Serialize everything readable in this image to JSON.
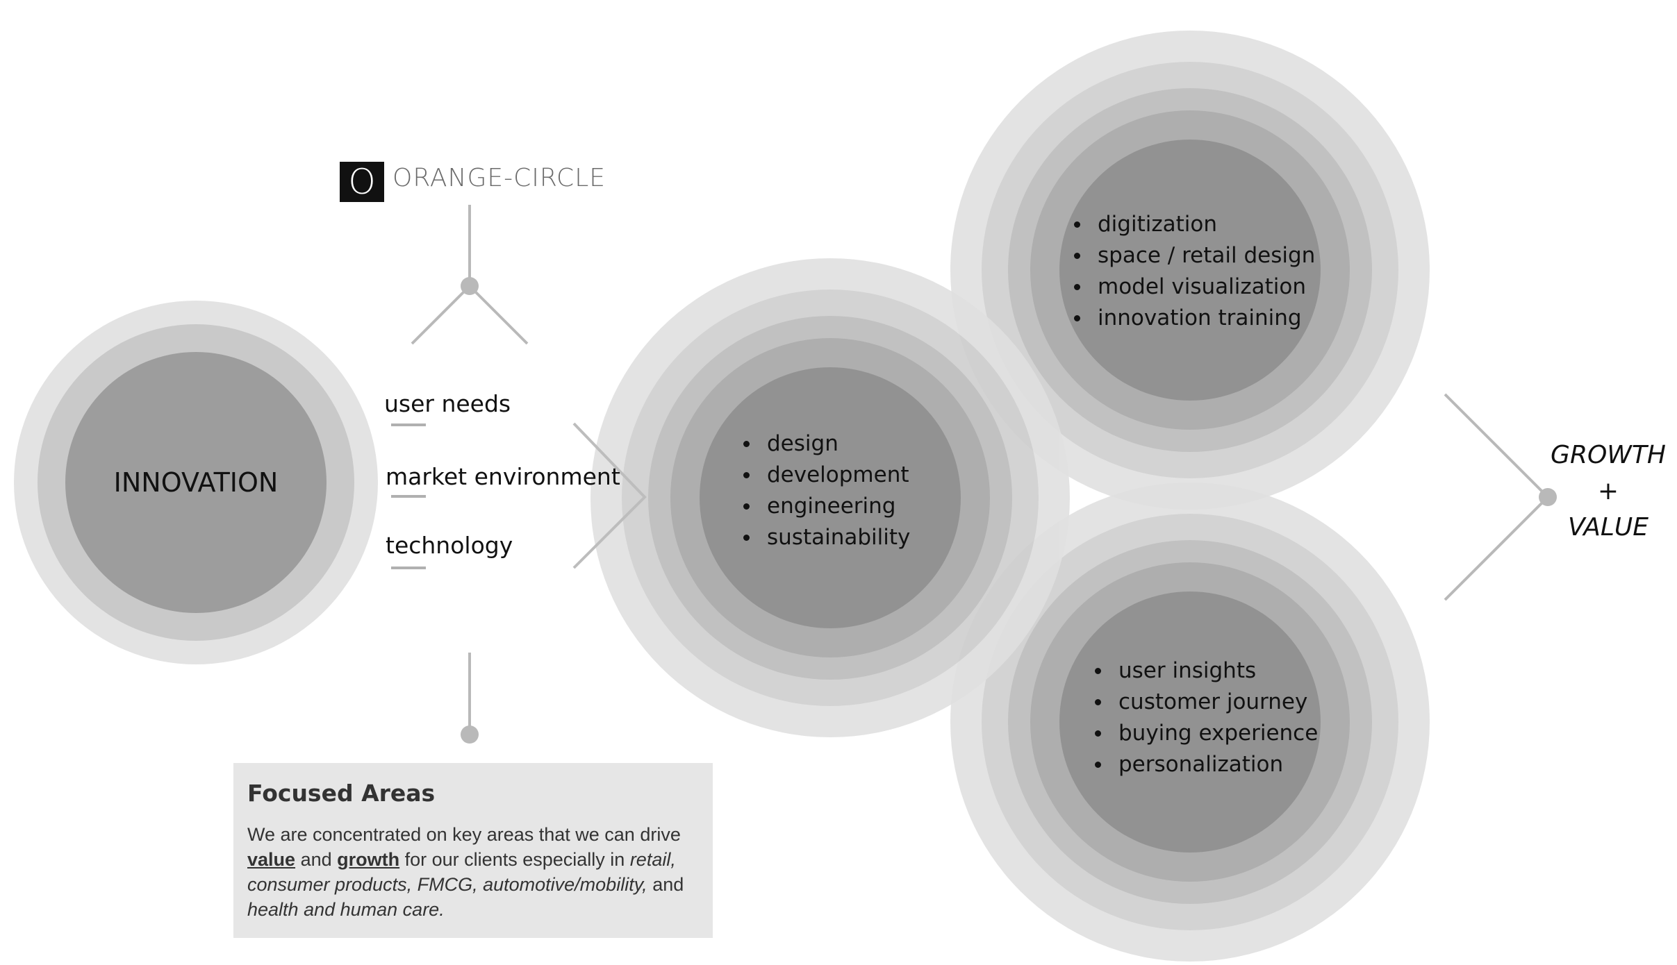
{
  "logo": {
    "mark": "O",
    "name": "ORANGE-CIRCLE"
  },
  "innovation": {
    "label": "INNOVATION"
  },
  "drivers": [
    "user needs",
    "market environment",
    "technology"
  ],
  "core": {
    "items": [
      "design",
      "development",
      "engineering",
      "sustainability"
    ]
  },
  "top_circle": {
    "items": [
      "digitization",
      "space / retail design",
      "model visualization",
      "innovation training"
    ]
  },
  "bottom_circle": {
    "items": [
      "user insights",
      "customer journey",
      "buying experience",
      "personalization"
    ]
  },
  "outcome": {
    "line1": "GROWTH",
    "line2": "+",
    "line3": "VALUE"
  },
  "focused_areas": {
    "title": "Focused Areas",
    "p1": "We are concentrated on key areas that we can drive",
    "value": "value",
    "and1": "and",
    "growth": "growth",
    "p2": "for our clients especially in",
    "industries": "retail, consumer products, FMCG, automotive/mobility,",
    "and2": "and",
    "last": "health and human care."
  },
  "colors": {
    "ring1": "#e3e3e3",
    "ring2": "#cfcfcf",
    "ring3": "#bdbdbd",
    "ring4": "#a8a8a8",
    "core": "#8a8a8a",
    "connector": "#b9b9b9"
  }
}
